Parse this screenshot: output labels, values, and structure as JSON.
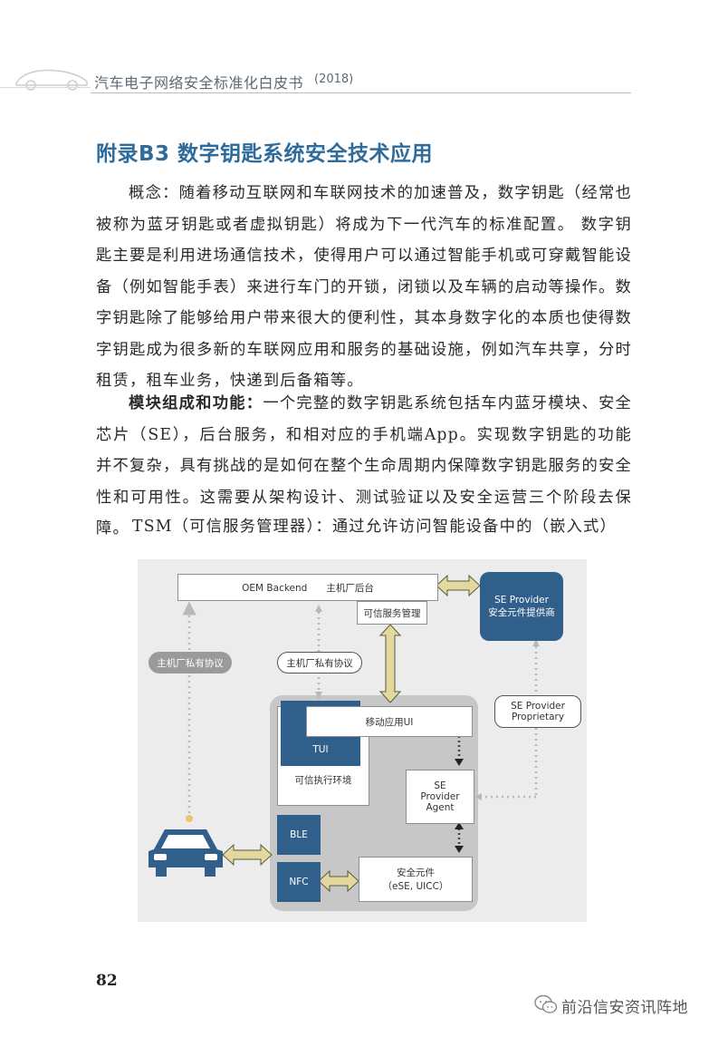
{
  "header": {
    "title": "汽车电子网络安全标准化白皮书",
    "year": "(2018)"
  },
  "section": {
    "title": "附录B3 数字钥匙系统安全技术应用"
  },
  "paragraphs": {
    "p1": "概念：随着移动互联网和车联网技术的加速普及，数字钥匙（经常也被称为蓝牙钥匙或者虚拟钥匙）将成为下一代汽车的标准配置。 数字钥匙主要是利用进场通信技术，使得用户可以通过智能手机或可穿戴智能设备（例如智能手表）来进行车门的开锁，闭锁以及车辆的启动等操作。数字钥匙除了能够给用户带来很大的便利性，其本身数字化的本质也使得数字钥匙成为很多新的车联网应用和服务的基础设施，例如汽车共享，分时租赁，租车业务，快递到后备箱等。",
    "p2_lead": "模块组成和功能：",
    "p2_body": "一个完整的数字钥匙系统包括车内蓝牙模块、安全芯片（SE），后台服务，和相对应的手机端App。实现数字钥匙的功能并不复杂，具有挑战的是如何在整个生命周期内保障数字钥匙服务的安全性和可用性。这需要从架构设计、测试验证以及安全运营三个阶段去保障。",
    "p3": "TSM（可信服务管理器）：通过允许访问智能设备中的（嵌入式）"
  },
  "diagram": {
    "oem_backend": "OEM Backend　　主机厂后台",
    "tsm": "可信服务管理",
    "se_provider_line1": "SE  Provider",
    "se_provider_line2": "安全元件提供商",
    "proto_left": "主机厂私有协议",
    "proto_mid": "主机厂私有协议",
    "se_proprietary_line1": "SE  Provider",
    "se_proprietary_line2": "Proprietary",
    "mobile_ui": "移动应用UI",
    "tui": "TUI",
    "tee": "可信执行环境",
    "agent_line1": "SE",
    "agent_line2": "Provider",
    "agent_line3": "Agent",
    "ble": "BLE",
    "nfc": "NFC",
    "secure_element_line1": "安全元件",
    "secure_element_line2": "（eSE, UICC）"
  },
  "footer": {
    "page_number": "82",
    "watermark": "前沿信安资讯阵地"
  },
  "colors": {
    "accent_blue": "#2f5f8a",
    "title_blue": "#2f6b9a",
    "arrow_gold": "#e3d9a0",
    "arrow_gold_border": "#5a5a3a"
  }
}
